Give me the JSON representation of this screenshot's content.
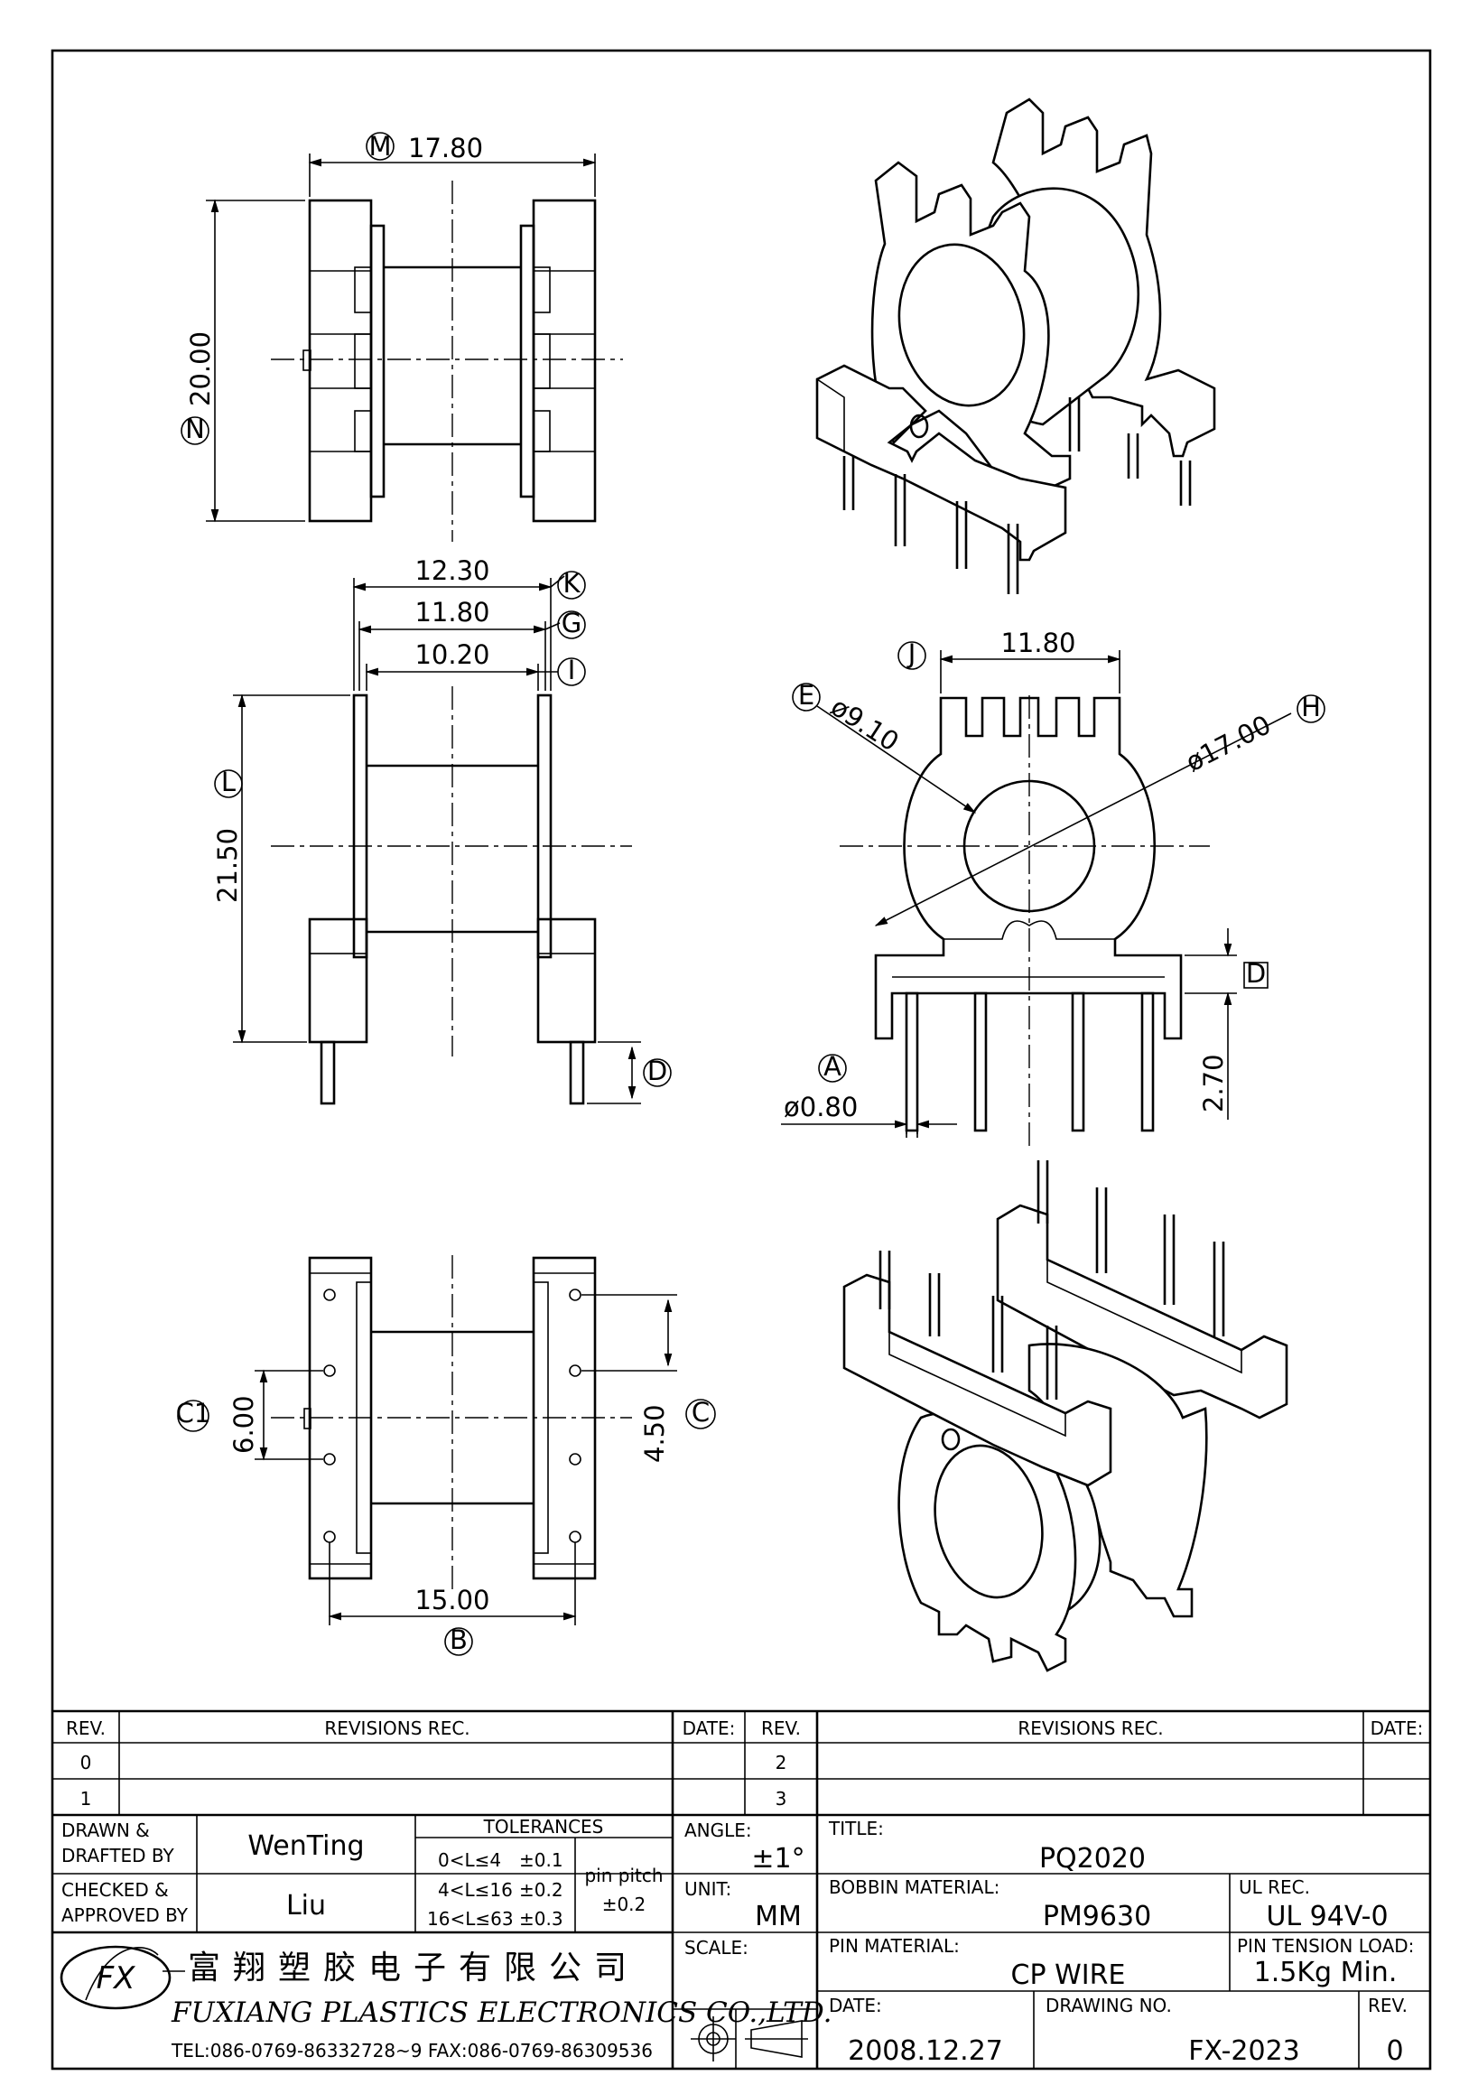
{
  "dims": {
    "M": "M",
    "w1780": "17.80",
    "N": "N",
    "h2000": "20.00",
    "w1230": "12.30",
    "w1180a": "11.80",
    "w1020": "10.20",
    "K": "K",
    "G": "G",
    "I": "I",
    "L": "L",
    "h2150": "21.50",
    "D1": "D",
    "J": "J",
    "w1180b": "11.80",
    "E": "E",
    "d910": "ø9.10",
    "d1700": "ø17.00",
    "H": "H",
    "A": "A",
    "d080": "ø0.80",
    "D2": "D",
    "h270": "2.70",
    "C1": "C1",
    "v600": "6.00",
    "v450": "4.50",
    "C": "C",
    "w1500": "15.00",
    "B": "B"
  },
  "title_block": {
    "rev_head": "REV.",
    "revisions_head": "REVISIONS  REC.",
    "date_head": "DATE:",
    "rev_head2": "REV.",
    "revisions_head2": "REVISIONS  REC.",
    "date_head2": "DATE:",
    "r0": "0",
    "r1": "1",
    "r2": "2",
    "r3": "3",
    "drawn_label_1": "DRAWN  &",
    "drawn_label_2": "DRAFTED BY",
    "drawn_value": "WenTing",
    "checked_label_1": "CHECKED  &",
    "checked_label_2": "APPROVED BY",
    "checked_value": "Liu",
    "tolerances_head": "TOLERANCES",
    "tol1_range": "0<L≤4",
    "tol1_val": "±0.1",
    "tol2_range": "4<L≤16",
    "tol2_val": "±0.2",
    "tol3_range": "16<L≤63",
    "tol3_val": "±0.3",
    "pin_pitch_label": "pin pitch",
    "pin_pitch_val": "±0.2",
    "angle_label": "ANGLE:",
    "angle_value": "±1°",
    "unit_label": "UNIT:",
    "unit_value": "MM",
    "scale_label": "SCALE:",
    "title_label": "TITLE:",
    "title_value": "PQ2020",
    "bobbin_label": "BOBBIN MATERIAL:",
    "bobbin_value": "PM9630",
    "ul_label": "UL REC.",
    "ul_value": "UL 94V-0",
    "pin_label": "PIN MATERIAL:",
    "pin_value": "CP WIRE",
    "tension_label": "PIN TENSION LOAD:",
    "tension_value": "1.5Kg Min.",
    "date_label": "DATE:",
    "date_value": "2008.12.27",
    "drawing_label": "DRAWING NO.",
    "drawing_value": "FX-2023",
    "rev_label": "REV.",
    "rev_value": "0",
    "company_cn": "富翔塑胶电子有限公司",
    "company_en": "FUXIANG PLASTICS ELECTRONICS CO.,LTD.",
    "contact": "TEL:086-0769-86332728~9  FAX:086-0769-86309536",
    "logo_text": "FX"
  }
}
